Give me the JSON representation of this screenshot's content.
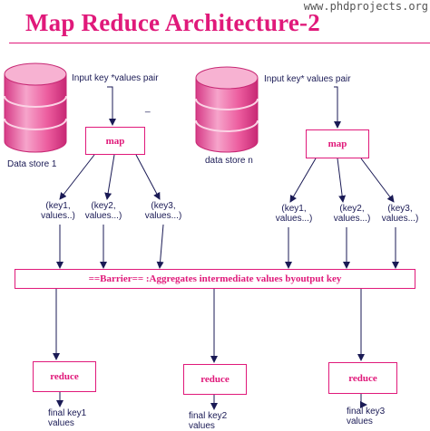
{
  "title": "Map Reduce Architecture-2",
  "watermark": "www.phdprojects.org",
  "stores": [
    {
      "name": "Data store 1",
      "input": "Input key *values pair"
    },
    {
      "name": "data store n",
      "input": "Input key* values pair"
    }
  ],
  "dash": "_",
  "map_label": "map",
  "barrier": "==Barrier== :Aggregates intermediate values byoutput key",
  "intermediate_left": [
    {
      "line1": "(key1,",
      "line2": "values..)"
    },
    {
      "line1": "(key2,",
      "line2": "values...)"
    },
    {
      "line1": "(key3,",
      "line2": "values...)"
    }
  ],
  "intermediate_right": [
    {
      "line1": "(key1,",
      "line2": "values...)"
    },
    {
      "line1": "(key2,",
      "line2": "values...)"
    },
    {
      "line1": "(key3,",
      "line2": "values...)"
    }
  ],
  "reduce_label": "reduce",
  "finals": [
    {
      "line1": "final key1",
      "line2": "values"
    },
    {
      "line1": "final key2",
      "line2": "values"
    },
    {
      "line1": "final key3",
      "line2": "values"
    }
  ],
  "colors": {
    "accent": "#e0197a",
    "db_body": "#f06aa8",
    "db_top": "#f8a8cc",
    "text": "#1a1a55",
    "arrow": "#1a1a55"
  }
}
